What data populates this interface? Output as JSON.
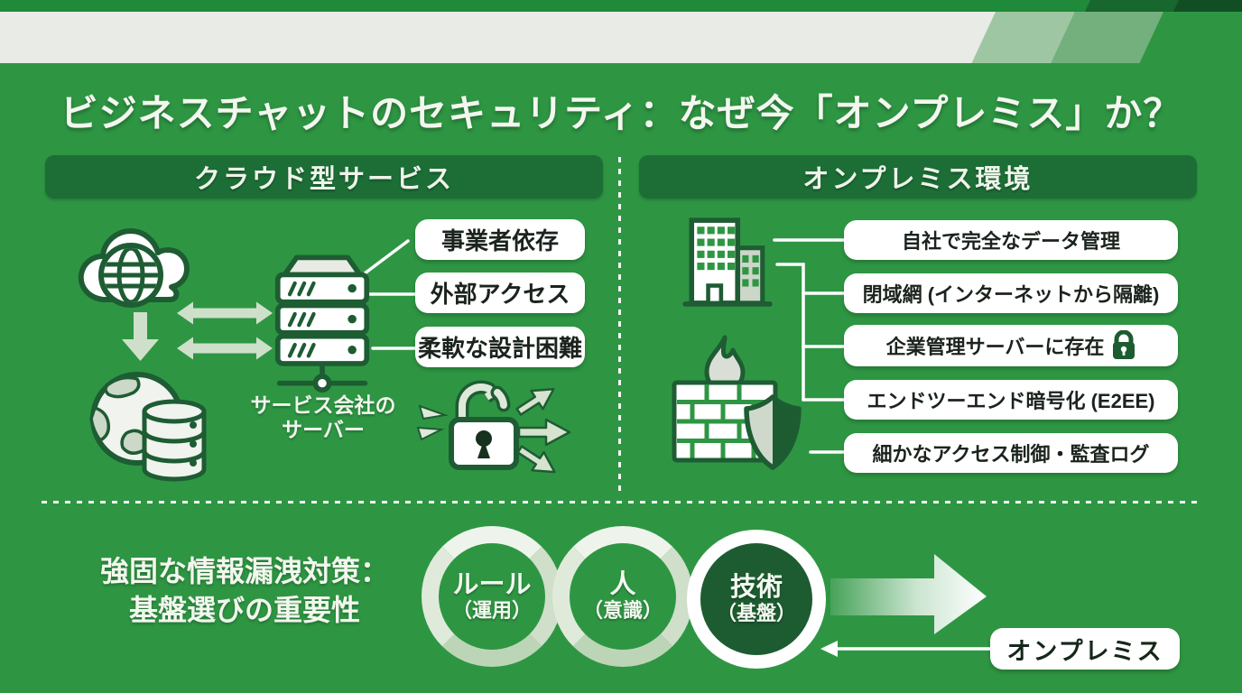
{
  "title": "ビジネスチャットのセキュリティ：なぜ今「オンプレミス」か？",
  "colors": {
    "background": "#2e9643",
    "top_strip": "#1f8a39",
    "band_gray": "#e9ebe7",
    "band_pale_green": "#9fc6a2",
    "band_mid_green": "#73b07e",
    "panel_header_green": "#1c6e36",
    "outline_dark_green": "#1e5c33",
    "pill_white": "#ffffff",
    "pill_text": "#1b231d",
    "pale_arrow_green": "#cfe0ca",
    "dark_circle_green": "#1d5c31"
  },
  "icons": {
    "cloud_globe": "cloud-globe-icon",
    "globe_database": "globe-database-icon",
    "server_rack": "server-rack-icon",
    "broken_lock": "broken-lock-icon",
    "office_building": "building-icon",
    "firewall_shield": "firewall-shield-icon",
    "lock": "lock-icon",
    "down_arrow": "down-arrow-icon",
    "double_arrow": "double-headed-arrow-icon",
    "big_right_arrow": "big-right-arrow-icon",
    "thin_left_arrow": "thin-left-arrow-icon"
  },
  "left_panel": {
    "header": "クラウド型サービス",
    "labels": [
      "事業者依存",
      "外部アクセス",
      "柔軟な設計困難"
    ],
    "server_caption": [
      "サービス会社の",
      "サーバー"
    ]
  },
  "right_panel": {
    "header": "オンプレミス環境",
    "labels": [
      "自社で完全なデータ管理",
      "閉域網 (インターネットから隔離)",
      "企業管理サーバーに存在",
      "エンドツーエンド暗号化 (E2EE)",
      "細かなアクセス制御・監査ログ"
    ]
  },
  "bottom": {
    "heading": [
      "強固な情報漏洩対策：",
      "基盤選びの重要性"
    ],
    "circles": [
      {
        "title": "ルール",
        "subtitle": "（運用）"
      },
      {
        "title": "人",
        "subtitle": "（意識）"
      },
      {
        "title": "技術",
        "subtitle": "（基盤）"
      }
    ],
    "conclusion_label": "オンプレミス"
  }
}
